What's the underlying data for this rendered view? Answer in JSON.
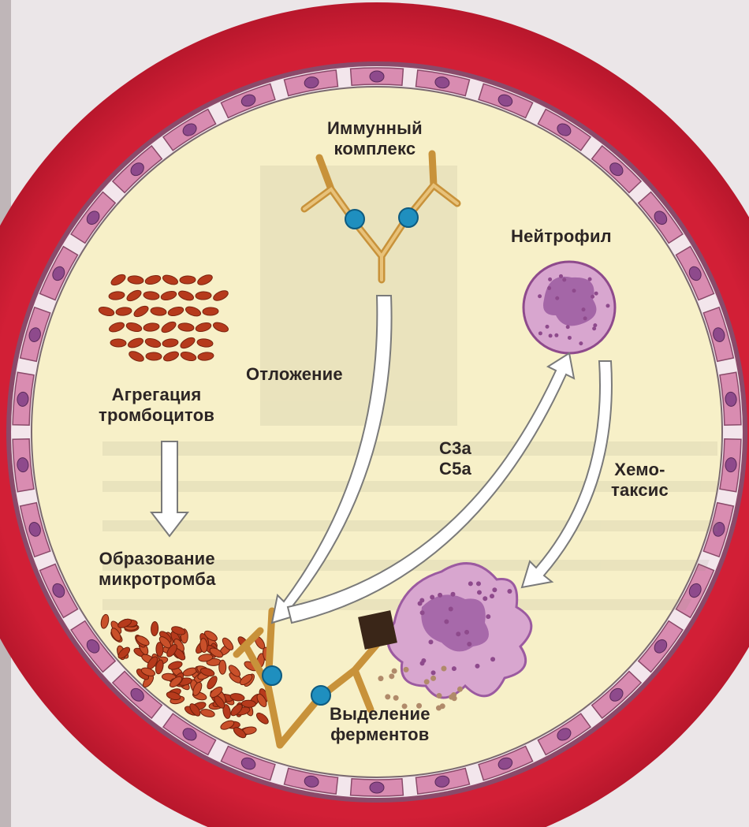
{
  "labels": {
    "immune_complex_1": "Иммунный",
    "immune_complex_2": "комплекс",
    "neutrophil": "Нейтрофил",
    "platelet_aggregation_1": "Агрегация",
    "platelet_aggregation_2": "тромбоцитов",
    "deposition": "Отложение",
    "c3a": "С3а",
    "c5a": "С5а",
    "chemotaxis_1": "Хемо-",
    "chemotaxis_2": "таксис",
    "microthrombus_1": "Образование",
    "microthrombus_2": "микротромба",
    "enzyme_release_1": "Выделение",
    "enzyme_release_2": "ферментов"
  },
  "colors": {
    "vessel_wall": "#d21f36",
    "lumen": "#f7f0c8",
    "endothelium": "#d98cb1",
    "nucleus": "#8e4a8c",
    "antibody": "#d7a54b",
    "antigen": "#1f8fbf",
    "platelet": "#b63a1c",
    "neutrophil": "#d8a6cf",
    "arrow_fill": "#ffffff"
  }
}
